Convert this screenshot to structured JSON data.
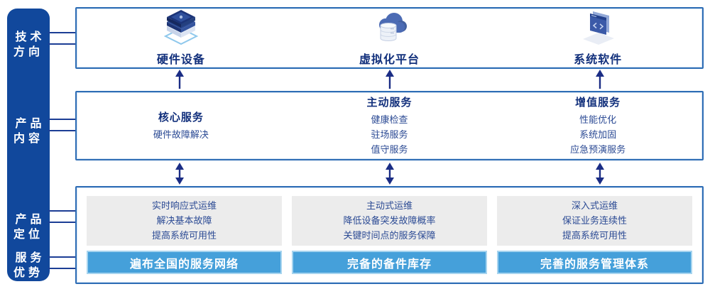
{
  "colors": {
    "sidebar_blue": "#11489C",
    "box_border_blue": "#2E6DB5",
    "title_navy": "#12307C",
    "body_navy": "#2B4A94",
    "arrow_navy": "#1B2D85",
    "bar_blue": "#45A0DA",
    "bar_border_light_blue": "#A6D4EF",
    "panel_gray": "#ECECEC"
  },
  "sidebar": {
    "items": [
      {
        "label": "技术\n方向"
      },
      {
        "label": "产品\n内容"
      },
      {
        "label": "产品\n定位"
      },
      {
        "label": "服务\n优势"
      }
    ]
  },
  "tech_row": {
    "items": [
      {
        "icon": "server-stack-icon",
        "label": "硬件设备"
      },
      {
        "icon": "cloud-database-icon",
        "label": "虚拟化平台"
      },
      {
        "icon": "code-window-icon",
        "label": "系统软件"
      }
    ]
  },
  "content_row": {
    "columns": [
      {
        "title": "核心服务",
        "items": [
          "硬件故障解决"
        ]
      },
      {
        "title": "主动服务",
        "items": [
          "健康检查",
          "驻场服务",
          "值守服务"
        ]
      },
      {
        "title": "增值服务",
        "items": [
          "性能优化",
          "系统加固",
          "应急预演服务"
        ]
      }
    ]
  },
  "positioning_row": {
    "columns": [
      {
        "lines": [
          "实时响应式运维",
          "解决基本故障",
          "提高系统可用性"
        ],
        "bar": "遍布全国的服务网络"
      },
      {
        "lines": [
          "主动式运维",
          "降低设备突发故障概率",
          "关键时间点的服务保障"
        ],
        "bar": "完备的备件库存"
      },
      {
        "lines": [
          "深入式运维",
          "保证业务连续性",
          "提高系统可用性"
        ],
        "bar": "完善的服务管理体系"
      }
    ]
  }
}
